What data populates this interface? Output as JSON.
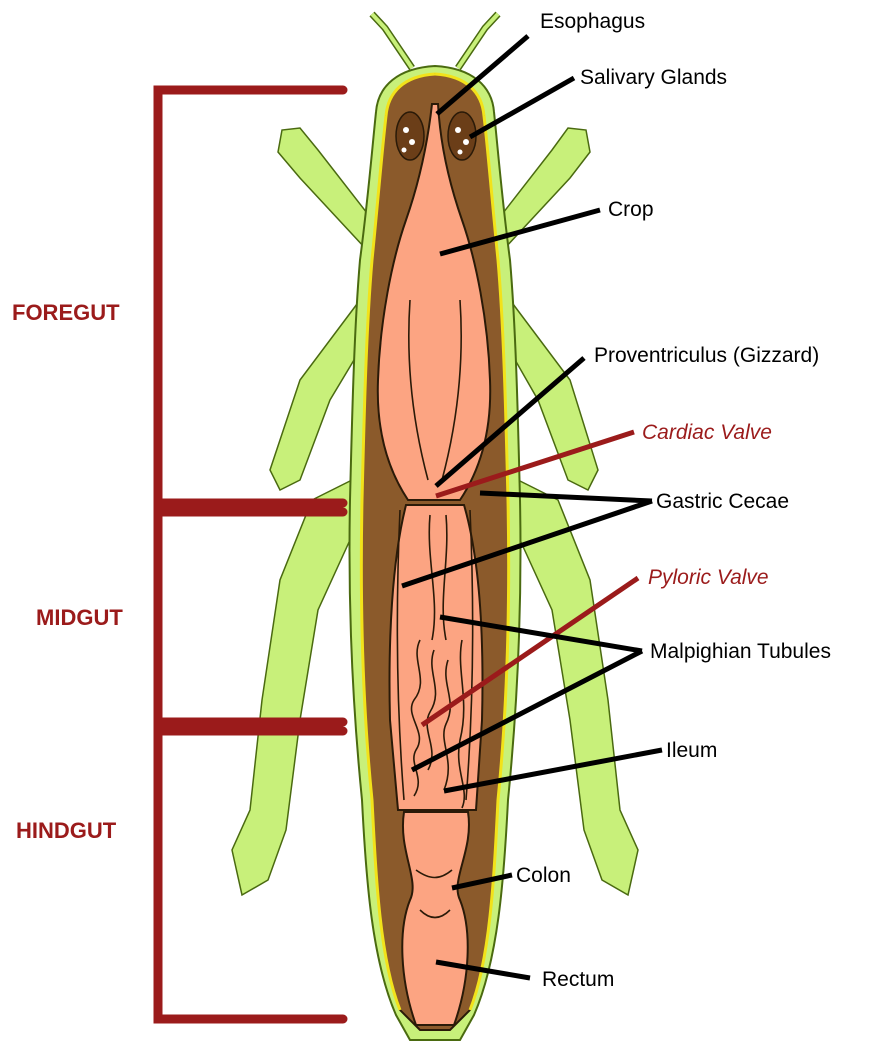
{
  "regions": {
    "foregut": "FOREGUT",
    "midgut": "MIDGUT",
    "hindgut": "HINDGUT"
  },
  "labels": {
    "esophagus": "Esophagus",
    "salivary_glands": "Salivary Glands",
    "crop": "Crop",
    "proventriculus": "Proventriculus (Gizzard)",
    "cardiac_valve": "Cardiac Valve",
    "gastric_cecae": "Gastric Cecae",
    "pyloric_valve": "Pyloric Valve",
    "malpighian_tubules": "Malpighian Tubules",
    "ileum": "Ileum",
    "colon": "Colon",
    "rectum": "Rectum"
  },
  "colors": {
    "accent_red": "#9b1b1b",
    "body_green": "#c8f07a",
    "gut_wall_brown": "#8b5a2b",
    "gut_lumen_salmon": "#fca482",
    "outline_yellow": "#f2e21a"
  },
  "icons": {
    "organism": "grasshopper-digestive-system"
  }
}
